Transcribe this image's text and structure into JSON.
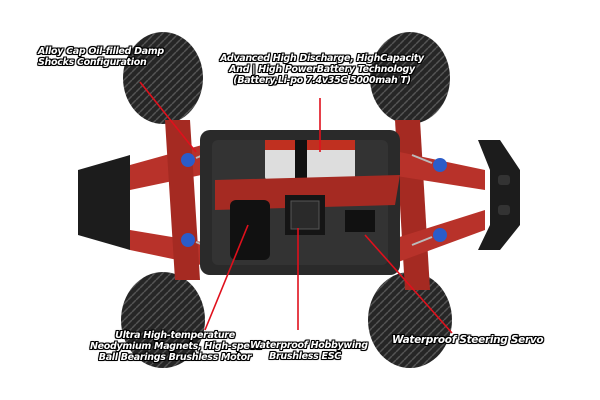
{
  "callouts": {
    "shocks": [
      "Alloy Cap Oil-filled Damp",
      "Shocks Configuration"
    ],
    "battery": [
      "Advanced High Discharge, HighCapacity",
      "And | High PowerBattery Technology",
      "(Battery,Li-po 7.4v35C 5000mah T)"
    ],
    "motor": [
      "Ultra High-temperature",
      "Neodymium Magnets, High-speed",
      "Ball Bearings Brushless Motor"
    ],
    "esc": [
      "Waterproof Hobbywing",
      "Brushless ESC"
    ],
    "servo": [
      "Waterproof Steering Servo"
    ]
  },
  "colors": {
    "callout_line": "#e0101c",
    "chassis_red": "#b8322a",
    "plate": "#2a2a2a",
    "tire": "#1e1e1e"
  }
}
